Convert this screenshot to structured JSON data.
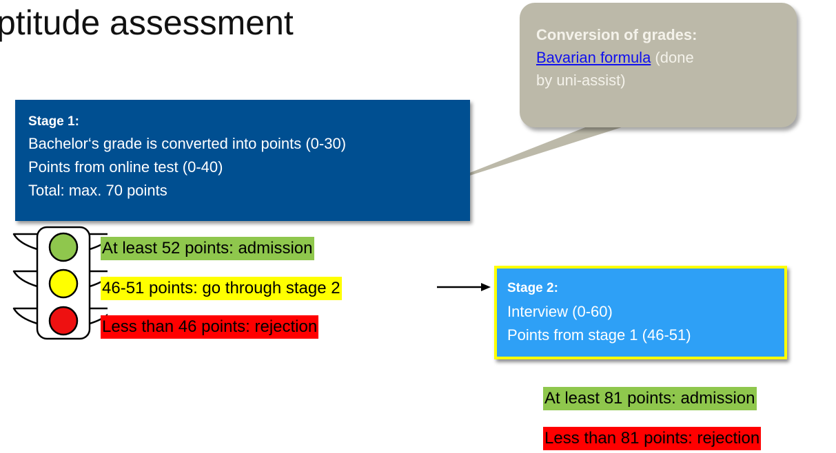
{
  "title": "ptitude assessment",
  "callout": {
    "heading": "Conversion of grades:",
    "link_text": "Bavarian formula",
    "after_link": " (done",
    "line3": "by uni-assist)"
  },
  "stage1": {
    "title": "Stage 1:",
    "lines": [
      "Bachelor‘s grade is converted into points (0-30)",
      "Points from online test (0-40)",
      "Total: max. 70 points"
    ]
  },
  "traffic_labels": {
    "green": "At least 52 points: admission",
    "yellow": "46-51 points: go through stage 2",
    "red": "Less than 46 points: rejection"
  },
  "stage2": {
    "title": "Stage 2:",
    "lines": [
      "Interview (0-60)",
      "Points from stage 1 (46-51)"
    ]
  },
  "stage2_results": {
    "admission": "At least 81 points: admission",
    "rejection": "Less than 81 points: rejection"
  },
  "colors": {
    "stage1_bg": "#004f91",
    "stage2_bg": "#2ea0f6",
    "callout_bg": "#bcb9a9",
    "green": "#8fc74d",
    "yellow": "#ffff00",
    "red": "#ff0000"
  }
}
